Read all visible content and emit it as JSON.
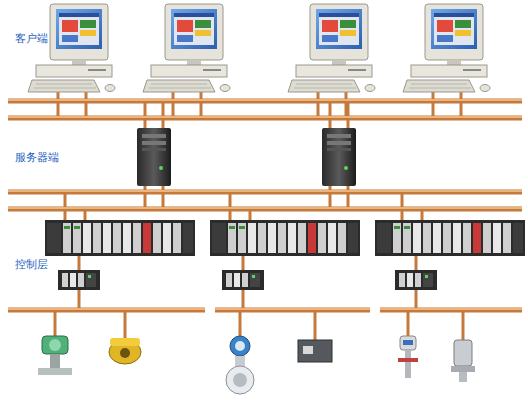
{
  "diagram": {
    "labels": [
      "客户端",
      "服务器端",
      "控制层"
    ]
  }
}
